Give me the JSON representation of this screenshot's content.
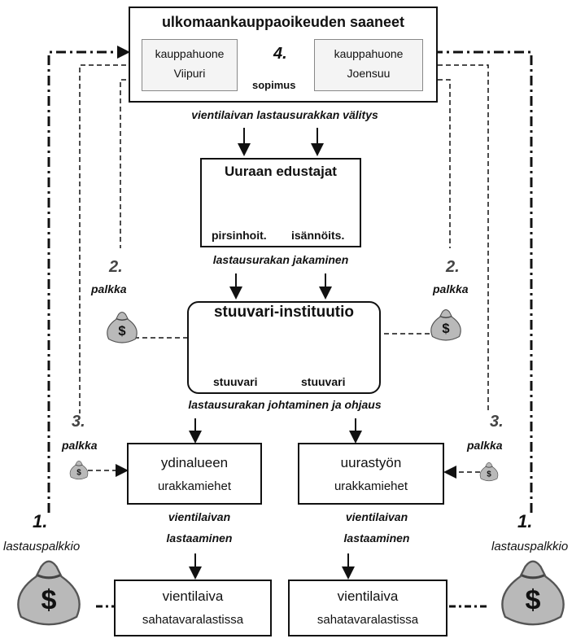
{
  "top": {
    "title": "ulkomaankauppaoikeuden saaneet",
    "left_house": {
      "line1": "kauppahuone",
      "line2": "Viipuri"
    },
    "right_house": {
      "line1": "kauppahuone",
      "line2": "Joensuu"
    },
    "agreement_num": "4.",
    "agreement": "sopimus"
  },
  "label_valitys": "vientilaivan lastausurakkan välitys",
  "uuraa": {
    "title": "Uuraan  edustajat",
    "left": "pirsinhoit.",
    "right": "isännöits."
  },
  "label_jakaminen": "lastausurakan jakaminen",
  "stuuvari": {
    "title": "stuuvari-instituutio",
    "left": "stuuvari",
    "right": "stuuvari"
  },
  "label_johtaminen": "lastausurakan johtaminen ja ohjaus",
  "side": {
    "n1": "1.",
    "lbl1": "lastauspalkkio",
    "n2": "2.",
    "lbl2": "palkka",
    "n3": "3.",
    "lbl3": "palkka"
  },
  "core_box": {
    "line1": "ydinalueen",
    "line2": "urakkamiehet"
  },
  "uuras_box": {
    "line1": "uurastyön",
    "line2": "urakkamiehet"
  },
  "loading_label": {
    "line1": "vientilaivan",
    "line2": "lastaaminen"
  },
  "ship_box": {
    "line1": "vientilaiva",
    "line2": "sahatavaralastissa"
  },
  "icons": {
    "person": "person-icon",
    "money_bag": "money-bag-icon"
  }
}
